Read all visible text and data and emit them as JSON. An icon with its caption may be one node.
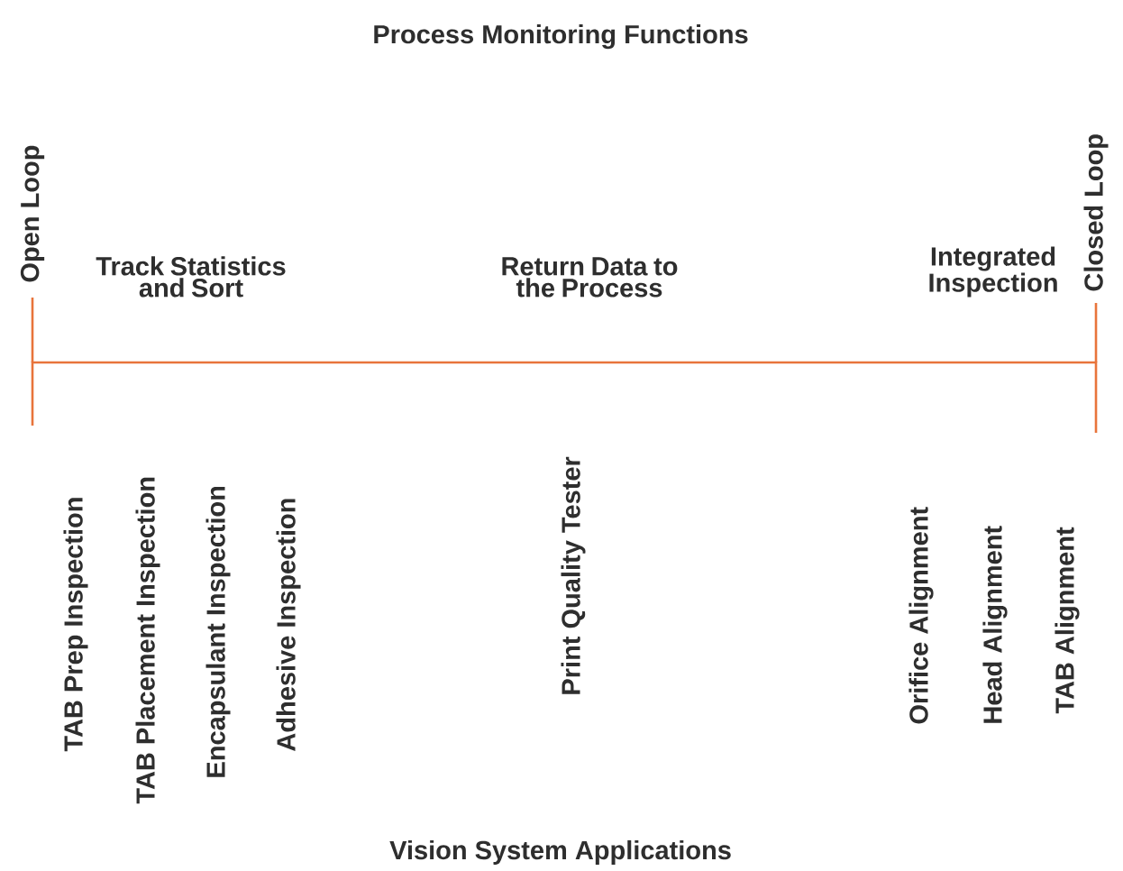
{
  "diagram": {
    "title": "Process Monitoring Functions",
    "caption": "Vision System Applications",
    "labels": [
      "Open Loop",
      "Track Statistics and Sort",
      "Return Data to the Process",
      "Integrated Inspection",
      "Closed Loop",
      "TAB Prep Inspection",
      "TAB Placement Inspection",
      "Encapsulant Inspection",
      "Adhesive Inspection",
      "Print Quality Tester",
      "Orifice Alignment",
      "Head Alignment",
      "TAB Alignment"
    ]
  }
}
